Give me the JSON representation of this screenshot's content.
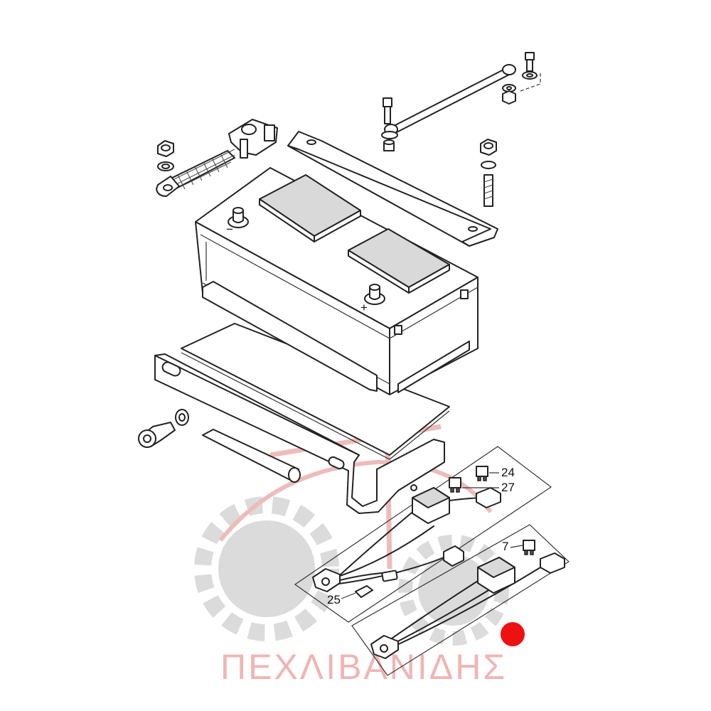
{
  "callouts": [
    {
      "id": "24",
      "label": "24"
    },
    {
      "id": "27",
      "label": "27"
    },
    {
      "id": "7",
      "label": "7"
    },
    {
      "id": "25",
      "label": "25"
    }
  ],
  "watermark": {
    "text": "ΠΕΧΛΙΒΑΝΙΔΗΣ",
    "color": "#e8a0a0"
  },
  "marker": {
    "color": "#ee1111"
  },
  "terminal_symbols": {
    "negative": "−",
    "positive": "+"
  }
}
